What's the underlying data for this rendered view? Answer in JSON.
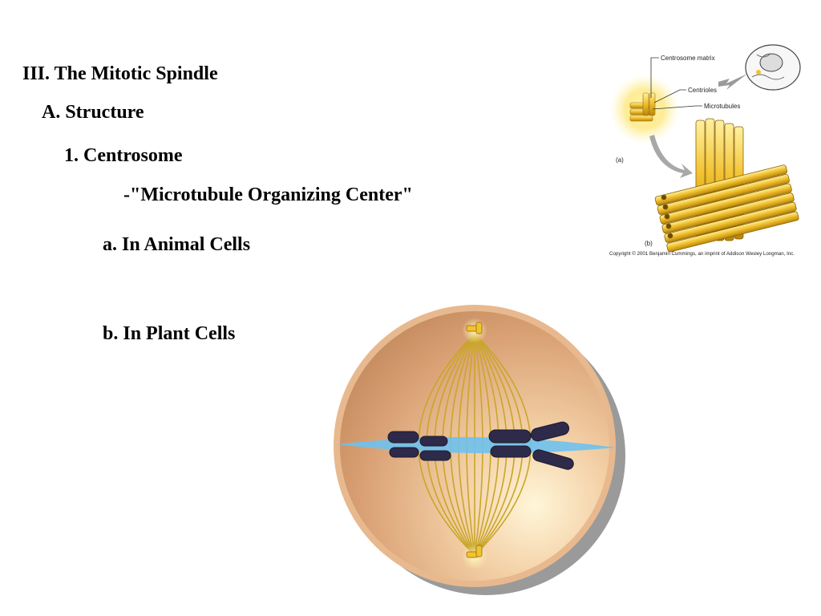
{
  "slide": {
    "heading": "III. The Mitotic Spindle",
    "subheading": "A. Structure",
    "item_1": "1. Centrosome",
    "item_1_note": "-\"Microtubule Organizing Center\"",
    "item_a": "a. In Animal Cells",
    "item_b": "b. In Plant Cells"
  },
  "centrosome_figure": {
    "label_matrix": "Centrosome matrix",
    "label_centrioles": "Centrioles",
    "label_microtubules": "Microtubules",
    "panel_a": "(a)",
    "panel_b": "(b)",
    "copyright": "Copyright © 2001 Benjamin Cummings, an imprint of Addison Wesley Longman, Inc."
  },
  "colors": {
    "cell_fill": "#d9a074",
    "spindle_fibers": "#c9a62a",
    "metaphase_plate": "#6ec1ee",
    "chromosomes": "#2e2a4a",
    "centriole_gold": "#f2c230"
  }
}
